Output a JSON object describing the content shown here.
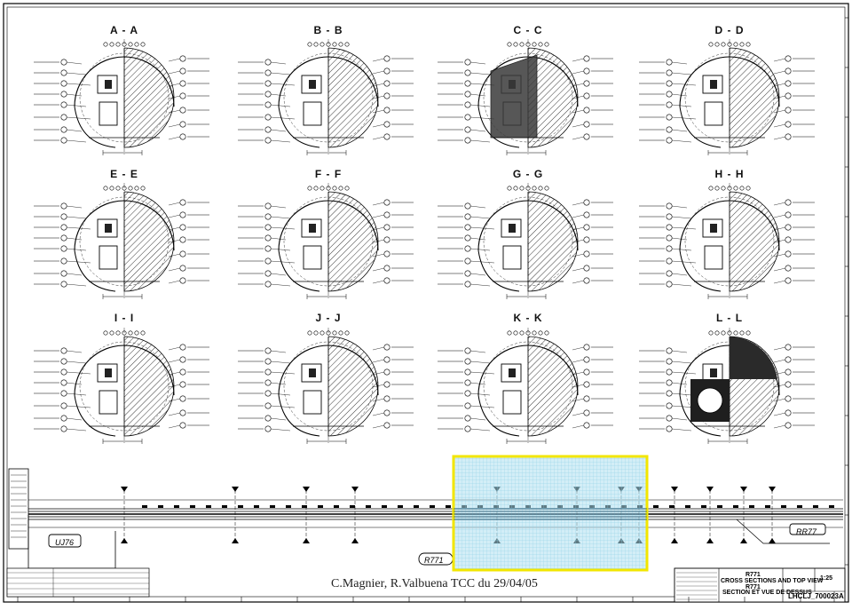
{
  "sections": [
    {
      "id": "aa",
      "label": "A - A"
    },
    {
      "id": "bb",
      "label": "B - B"
    },
    {
      "id": "cc",
      "label": "C - C"
    },
    {
      "id": "dd",
      "label": "D - D"
    },
    {
      "id": "ee",
      "label": "E - E"
    },
    {
      "id": "ff",
      "label": "F - F"
    },
    {
      "id": "gg",
      "label": "G - G"
    },
    {
      "id": "hh",
      "label": "H - H"
    },
    {
      "id": "ii",
      "label": "I - I"
    },
    {
      "id": "jj",
      "label": "J - J"
    },
    {
      "id": "kk",
      "label": "K - K"
    },
    {
      "id": "ll",
      "label": "L - L"
    }
  ],
  "plan": {
    "tag_left": "UJ76",
    "tag_right": "RR77",
    "tag_center": "R771"
  },
  "title_block": {
    "line1": "R771",
    "line2": "CROSS SECTIONS AND TOP VIEW",
    "line3": "R771",
    "line4": "SECTION ET VUE DE DESSUS",
    "drawing_number": "LHCLJ_700023",
    "revision": "A",
    "scale": "1:25"
  },
  "credit": "C.Magnier, R.Valbuena TCC du 29/04/05",
  "colors": {
    "highlight_fill": "#aee0f0",
    "highlight_border": "#f2e600",
    "line": "#000000"
  }
}
